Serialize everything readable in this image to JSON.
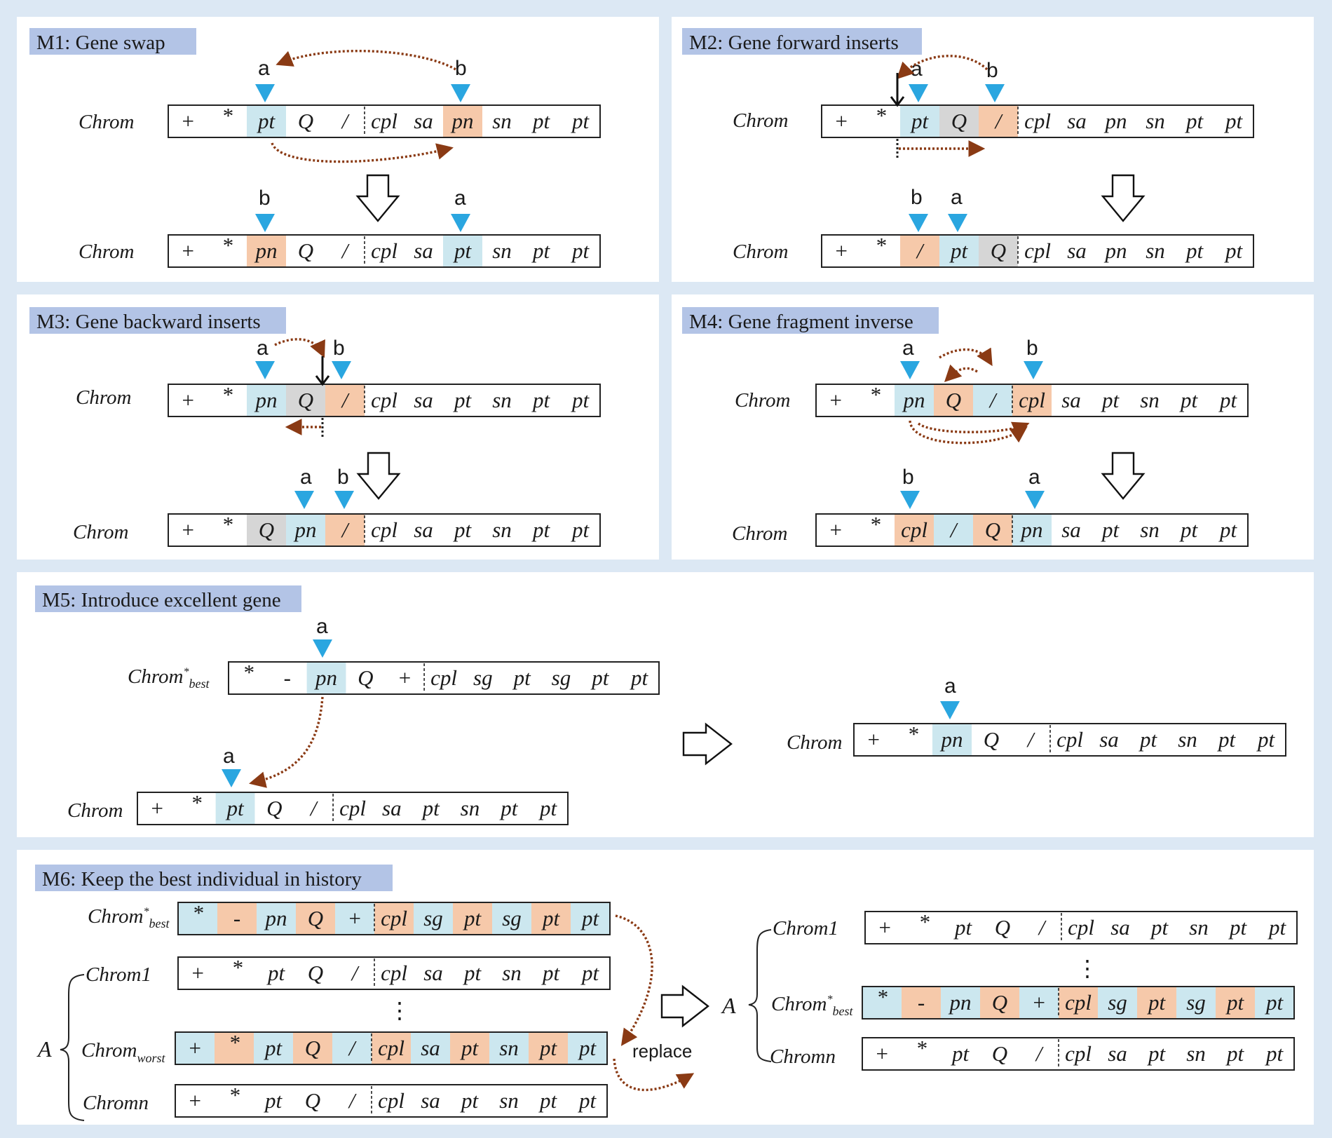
{
  "colors": {
    "blue": "#cce7ef",
    "orange": "#f6c9aa",
    "gray": "#d6d6d6",
    "white": "#ffffff",
    "marker": "#2aa6e0",
    "arrow": "#8a3a14"
  },
  "panels": [
    {
      "title": "M1: Gene swap"
    },
    {
      "title": "M2: Gene forward inserts"
    },
    {
      "title": "M3: Gene backward inserts"
    },
    {
      "title": "M4: Gene fragment inverse"
    },
    {
      "title": "M5: Introduce excellent gene"
    },
    {
      "title": "M6: Keep the best individual in history"
    }
  ],
  "chromosomes": [
    {
      "label": "Chrom",
      "genes": [
        {
          "t": "+",
          "c": "white"
        },
        {
          "t": "*",
          "c": "white"
        },
        {
          "t": "pt",
          "c": "blue"
        },
        {
          "t": "Q",
          "c": "white"
        },
        {
          "t": "/",
          "c": "white"
        },
        {
          "t": "cpl",
          "c": "white"
        },
        {
          "t": "sa",
          "c": "white"
        },
        {
          "t": "pn",
          "c": "orange"
        },
        {
          "t": "sn",
          "c": "white"
        },
        {
          "t": "pt",
          "c": "white"
        },
        {
          "t": "pt",
          "c": "white"
        }
      ]
    },
    {
      "label": "Chrom",
      "genes": [
        {
          "t": "+",
          "c": "white"
        },
        {
          "t": "*",
          "c": "white"
        },
        {
          "t": "pn",
          "c": "orange"
        },
        {
          "t": "Q",
          "c": "white"
        },
        {
          "t": "/",
          "c": "white"
        },
        {
          "t": "cpl",
          "c": "white"
        },
        {
          "t": "sa",
          "c": "white"
        },
        {
          "t": "pt",
          "c": "blue"
        },
        {
          "t": "sn",
          "c": "white"
        },
        {
          "t": "pt",
          "c": "white"
        },
        {
          "t": "pt",
          "c": "white"
        }
      ]
    },
    {
      "label": "Chrom",
      "genes": [
        {
          "t": "+",
          "c": "white"
        },
        {
          "t": "*",
          "c": "white"
        },
        {
          "t": "pt",
          "c": "blue"
        },
        {
          "t": "Q",
          "c": "gray"
        },
        {
          "t": "/",
          "c": "orange"
        },
        {
          "t": "cpl",
          "c": "white"
        },
        {
          "t": "sa",
          "c": "white"
        },
        {
          "t": "pn",
          "c": "white"
        },
        {
          "t": "sn",
          "c": "white"
        },
        {
          "t": "pt",
          "c": "white"
        },
        {
          "t": "pt",
          "c": "white"
        }
      ]
    },
    {
      "label": "Chrom",
      "genes": [
        {
          "t": "+",
          "c": "white"
        },
        {
          "t": "*",
          "c": "white"
        },
        {
          "t": "/",
          "c": "orange"
        },
        {
          "t": "pt",
          "c": "blue"
        },
        {
          "t": "Q",
          "c": "gray"
        },
        {
          "t": "cpl",
          "c": "white"
        },
        {
          "t": "sa",
          "c": "white"
        },
        {
          "t": "pn",
          "c": "white"
        },
        {
          "t": "sn",
          "c": "white"
        },
        {
          "t": "pt",
          "c": "white"
        },
        {
          "t": "pt",
          "c": "white"
        }
      ]
    },
    {
      "label": "Chrom",
      "genes": [
        {
          "t": "+",
          "c": "white"
        },
        {
          "t": "*",
          "c": "white"
        },
        {
          "t": "pn",
          "c": "blue"
        },
        {
          "t": "Q",
          "c": "gray"
        },
        {
          "t": "/",
          "c": "orange"
        },
        {
          "t": "cpl",
          "c": "white"
        },
        {
          "t": "sa",
          "c": "white"
        },
        {
          "t": "pt",
          "c": "white"
        },
        {
          "t": "sn",
          "c": "white"
        },
        {
          "t": "pt",
          "c": "white"
        },
        {
          "t": "pt",
          "c": "white"
        }
      ]
    },
    {
      "label": "Chrom",
      "genes": [
        {
          "t": "+",
          "c": "white"
        },
        {
          "t": "*",
          "c": "white"
        },
        {
          "t": "Q",
          "c": "gray"
        },
        {
          "t": "pn",
          "c": "blue"
        },
        {
          "t": "/",
          "c": "orange"
        },
        {
          "t": "cpl",
          "c": "white"
        },
        {
          "t": "sa",
          "c": "white"
        },
        {
          "t": "pt",
          "c": "white"
        },
        {
          "t": "sn",
          "c": "white"
        },
        {
          "t": "pt",
          "c": "white"
        },
        {
          "t": "pt",
          "c": "white"
        }
      ]
    },
    {
      "label": "Chrom",
      "genes": [
        {
          "t": "+",
          "c": "white"
        },
        {
          "t": "*",
          "c": "white"
        },
        {
          "t": "pn",
          "c": "blue"
        },
        {
          "t": "Q",
          "c": "orange"
        },
        {
          "t": "/",
          "c": "blue"
        },
        {
          "t": "cpl",
          "c": "orange"
        },
        {
          "t": "sa",
          "c": "white"
        },
        {
          "t": "pt",
          "c": "white"
        },
        {
          "t": "sn",
          "c": "white"
        },
        {
          "t": "pt",
          "c": "white"
        },
        {
          "t": "pt",
          "c": "white"
        }
      ]
    },
    {
      "label": "Chrom",
      "genes": [
        {
          "t": "+",
          "c": "white"
        },
        {
          "t": "*",
          "c": "white"
        },
        {
          "t": "cpl",
          "c": "orange"
        },
        {
          "t": "/",
          "c": "blue"
        },
        {
          "t": "Q",
          "c": "orange"
        },
        {
          "t": "pn",
          "c": "blue"
        },
        {
          "t": "sa",
          "c": "white"
        },
        {
          "t": "pt",
          "c": "white"
        },
        {
          "t": "sn",
          "c": "white"
        },
        {
          "t": "pt",
          "c": "white"
        },
        {
          "t": "pt",
          "c": "white"
        }
      ]
    },
    {
      "label": "Chrom",
      "sup": "*",
      "sub": "best",
      "genes": [
        {
          "t": "*",
          "c": "white"
        },
        {
          "t": "-",
          "c": "white"
        },
        {
          "t": "pn",
          "c": "blue"
        },
        {
          "t": "Q",
          "c": "white"
        },
        {
          "t": "+",
          "c": "white"
        },
        {
          "t": "cpl",
          "c": "white"
        },
        {
          "t": "sg",
          "c": "white"
        },
        {
          "t": "pt",
          "c": "white"
        },
        {
          "t": "sg",
          "c": "white"
        },
        {
          "t": "pt",
          "c": "white"
        },
        {
          "t": "pt",
          "c": "white"
        }
      ]
    },
    {
      "label": "Chrom",
      "genes": [
        {
          "t": "+",
          "c": "white"
        },
        {
          "t": "*",
          "c": "white"
        },
        {
          "t": "pt",
          "c": "blue"
        },
        {
          "t": "Q",
          "c": "white"
        },
        {
          "t": "/",
          "c": "white"
        },
        {
          "t": "cpl",
          "c": "white"
        },
        {
          "t": "sa",
          "c": "white"
        },
        {
          "t": "pt",
          "c": "white"
        },
        {
          "t": "sn",
          "c": "white"
        },
        {
          "t": "pt",
          "c": "white"
        },
        {
          "t": "pt",
          "c": "white"
        }
      ]
    },
    {
      "label": "Chrom",
      "genes": [
        {
          "t": "+",
          "c": "white"
        },
        {
          "t": "*",
          "c": "white"
        },
        {
          "t": "pn",
          "c": "blue"
        },
        {
          "t": "Q",
          "c": "white"
        },
        {
          "t": "/",
          "c": "white"
        },
        {
          "t": "cpl",
          "c": "white"
        },
        {
          "t": "sa",
          "c": "white"
        },
        {
          "t": "pt",
          "c": "white"
        },
        {
          "t": "sn",
          "c": "white"
        },
        {
          "t": "pt",
          "c": "white"
        },
        {
          "t": "pt",
          "c": "white"
        }
      ]
    },
    {
      "label": "Chrom",
      "sup": "*",
      "sub": "best",
      "genes": [
        {
          "t": "*",
          "c": "blue"
        },
        {
          "t": "-",
          "c": "orange"
        },
        {
          "t": "pn",
          "c": "blue"
        },
        {
          "t": "Q",
          "c": "orange"
        },
        {
          "t": "+",
          "c": "blue"
        },
        {
          "t": "cpl",
          "c": "orange"
        },
        {
          "t": "sg",
          "c": "blue"
        },
        {
          "t": "pt",
          "c": "orange"
        },
        {
          "t": "sg",
          "c": "blue"
        },
        {
          "t": "pt",
          "c": "orange"
        },
        {
          "t": "pt",
          "c": "blue"
        }
      ]
    },
    {
      "label": "Chrom1",
      "genes": [
        {
          "t": "+",
          "c": "white"
        },
        {
          "t": "*",
          "c": "white"
        },
        {
          "t": "pt",
          "c": "white"
        },
        {
          "t": "Q",
          "c": "white"
        },
        {
          "t": "/",
          "c": "white"
        },
        {
          "t": "cpl",
          "c": "white"
        },
        {
          "t": "sa",
          "c": "white"
        },
        {
          "t": "pt",
          "c": "white"
        },
        {
          "t": "sn",
          "c": "white"
        },
        {
          "t": "pt",
          "c": "white"
        },
        {
          "t": "pt",
          "c": "white"
        }
      ]
    },
    {
      "label": "Chrom",
      "sub": "worst",
      "genes": [
        {
          "t": "+",
          "c": "blue"
        },
        {
          "t": "*",
          "c": "orange"
        },
        {
          "t": "pt",
          "c": "blue"
        },
        {
          "t": "Q",
          "c": "orange"
        },
        {
          "t": "/",
          "c": "blue"
        },
        {
          "t": "cpl",
          "c": "orange"
        },
        {
          "t": "sa",
          "c": "blue"
        },
        {
          "t": "pt",
          "c": "orange"
        },
        {
          "t": "sn",
          "c": "blue"
        },
        {
          "t": "pt",
          "c": "orange"
        },
        {
          "t": "pt",
          "c": "blue"
        }
      ]
    },
    {
      "label": "Chromn",
      "genes": [
        {
          "t": "+",
          "c": "white"
        },
        {
          "t": "*",
          "c": "white"
        },
        {
          "t": "pt",
          "c": "white"
        },
        {
          "t": "Q",
          "c": "white"
        },
        {
          "t": "/",
          "c": "white"
        },
        {
          "t": "cpl",
          "c": "white"
        },
        {
          "t": "sa",
          "c": "white"
        },
        {
          "t": "pt",
          "c": "white"
        },
        {
          "t": "sn",
          "c": "white"
        },
        {
          "t": "pt",
          "c": "white"
        },
        {
          "t": "pt",
          "c": "white"
        }
      ]
    },
    {
      "label": "Chrom1",
      "genes": [
        {
          "t": "+",
          "c": "white"
        },
        {
          "t": "*",
          "c": "white"
        },
        {
          "t": "pt",
          "c": "white"
        },
        {
          "t": "Q",
          "c": "white"
        },
        {
          "t": "/",
          "c": "white"
        },
        {
          "t": "cpl",
          "c": "white"
        },
        {
          "t": "sa",
          "c": "white"
        },
        {
          "t": "pt",
          "c": "white"
        },
        {
          "t": "sn",
          "c": "white"
        },
        {
          "t": "pt",
          "c": "white"
        },
        {
          "t": "pt",
          "c": "white"
        }
      ]
    },
    {
      "label": "Chrom",
      "sup": "*",
      "sub": "best",
      "genes": [
        {
          "t": "*",
          "c": "blue"
        },
        {
          "t": "-",
          "c": "orange"
        },
        {
          "t": "pn",
          "c": "blue"
        },
        {
          "t": "Q",
          "c": "orange"
        },
        {
          "t": "+",
          "c": "blue"
        },
        {
          "t": "cpl",
          "c": "orange"
        },
        {
          "t": "sg",
          "c": "blue"
        },
        {
          "t": "pt",
          "c": "orange"
        },
        {
          "t": "sg",
          "c": "blue"
        },
        {
          "t": "pt",
          "c": "orange"
        },
        {
          "t": "pt",
          "c": "blue"
        }
      ]
    },
    {
      "label": "Chromn",
      "genes": [
        {
          "t": "+",
          "c": "white"
        },
        {
          "t": "*",
          "c": "white"
        },
        {
          "t": "pt",
          "c": "white"
        },
        {
          "t": "Q",
          "c": "white"
        },
        {
          "t": "/",
          "c": "white"
        },
        {
          "t": "cpl",
          "c": "white"
        },
        {
          "t": "sa",
          "c": "white"
        },
        {
          "t": "pt",
          "c": "white"
        },
        {
          "t": "sn",
          "c": "white"
        },
        {
          "t": "pt",
          "c": "white"
        },
        {
          "t": "pt",
          "c": "white"
        }
      ]
    }
  ],
  "markers": [
    "a",
    "b",
    "b",
    "a",
    "a",
    "b",
    "b",
    "a",
    "a",
    "b",
    "a",
    "b",
    "a",
    "b",
    "b",
    "a",
    "a",
    "a",
    "a"
  ],
  "set_label": "A",
  "ellipsis": "⋮",
  "replace_label": "replace"
}
